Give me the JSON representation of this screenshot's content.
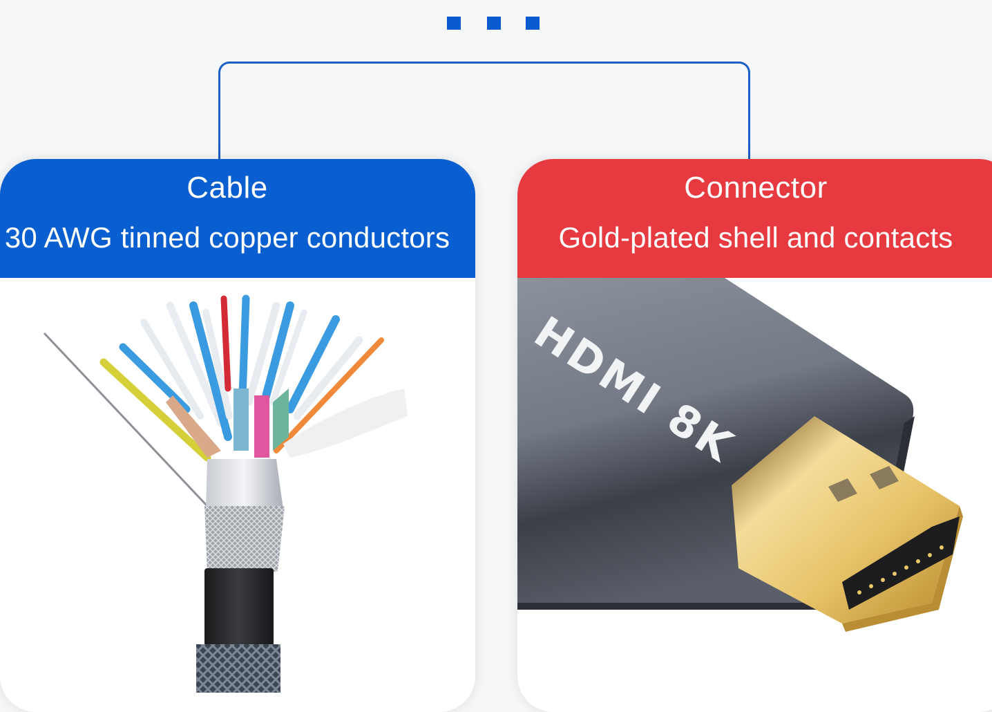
{
  "page_indicator": {
    "dots": 3,
    "color": "#0a5bd0"
  },
  "connector_line_color": "#1a5fc4",
  "panels": [
    {
      "id": "cable",
      "title": "Cable",
      "subtitle": "30 AWG tinned copper conductors",
      "header_color": "#0a5fd0",
      "image_description": "Stripped multi-conductor cable with colored wires, foil shielding and braided jacket"
    },
    {
      "id": "connector",
      "title": "Connector",
      "subtitle": "Gold-plated shell and contacts",
      "header_color": "#e63a40",
      "image_description": "Gray HDMI connector with gold-plated plug",
      "housing_label": "HDMI 8K"
    }
  ]
}
